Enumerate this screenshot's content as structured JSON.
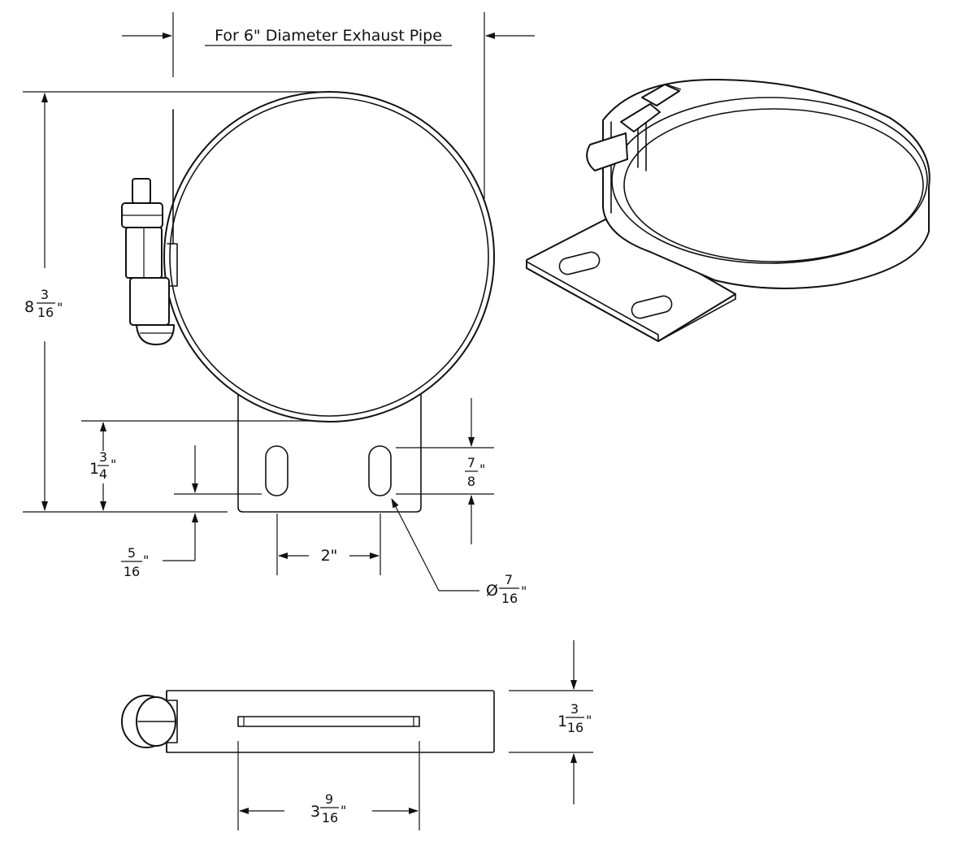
{
  "title": "For 6\" Diameter Exhaust Pipe",
  "dimensions": {
    "overall_height": {
      "whole": "8",
      "num": "3",
      "den": "16",
      "unit": "\""
    },
    "bracket_height": {
      "whole": "1",
      "num": "3",
      "den": "4",
      "unit": "\""
    },
    "slot_length": {
      "num": "7",
      "den": "8",
      "unit": "\""
    },
    "slot_offset": {
      "num": "5",
      "den": "16",
      "unit": "\""
    },
    "slot_spacing": {
      "text": "2\""
    },
    "slot_diameter": {
      "symbol": "Ø",
      "num": "7",
      "den": "16",
      "unit": "\""
    },
    "band_width": {
      "whole": "1",
      "num": "3",
      "den": "16",
      "unit": "\""
    },
    "slot_length_side": {
      "whole": "3",
      "num": "9",
      "den": "16",
      "unit": "\""
    }
  }
}
